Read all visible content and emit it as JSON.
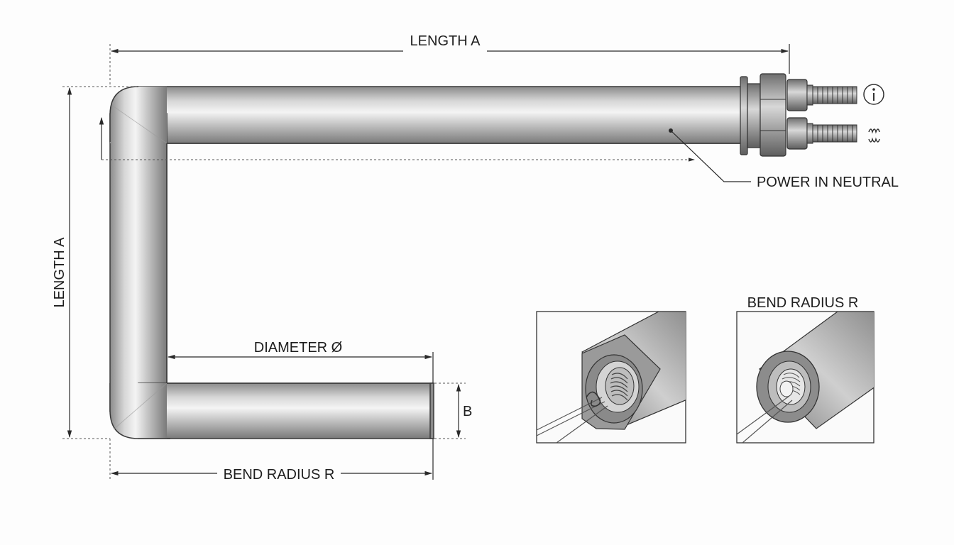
{
  "dimensions": {
    "length_a_top": "LENGTH A",
    "length_a_side": "LENGTH A",
    "diameter": "DIAMETER Ø",
    "b": "B",
    "bend_radius_bottom": "BEND RADIUS R",
    "bend_radius_inset": "BEND RADIUS R"
  },
  "callouts": {
    "power_in_neutral": "POWER IN NEUTRAL"
  },
  "symbols": {
    "terminal_top": "info-circle-icon",
    "terminal_bottom": "coil-icon"
  },
  "colors": {
    "tube_light": "#f2f2f2",
    "tube_mid": "#bdbdbd",
    "tube_dark": "#7d7d7d",
    "line": "#2a2a2a"
  }
}
